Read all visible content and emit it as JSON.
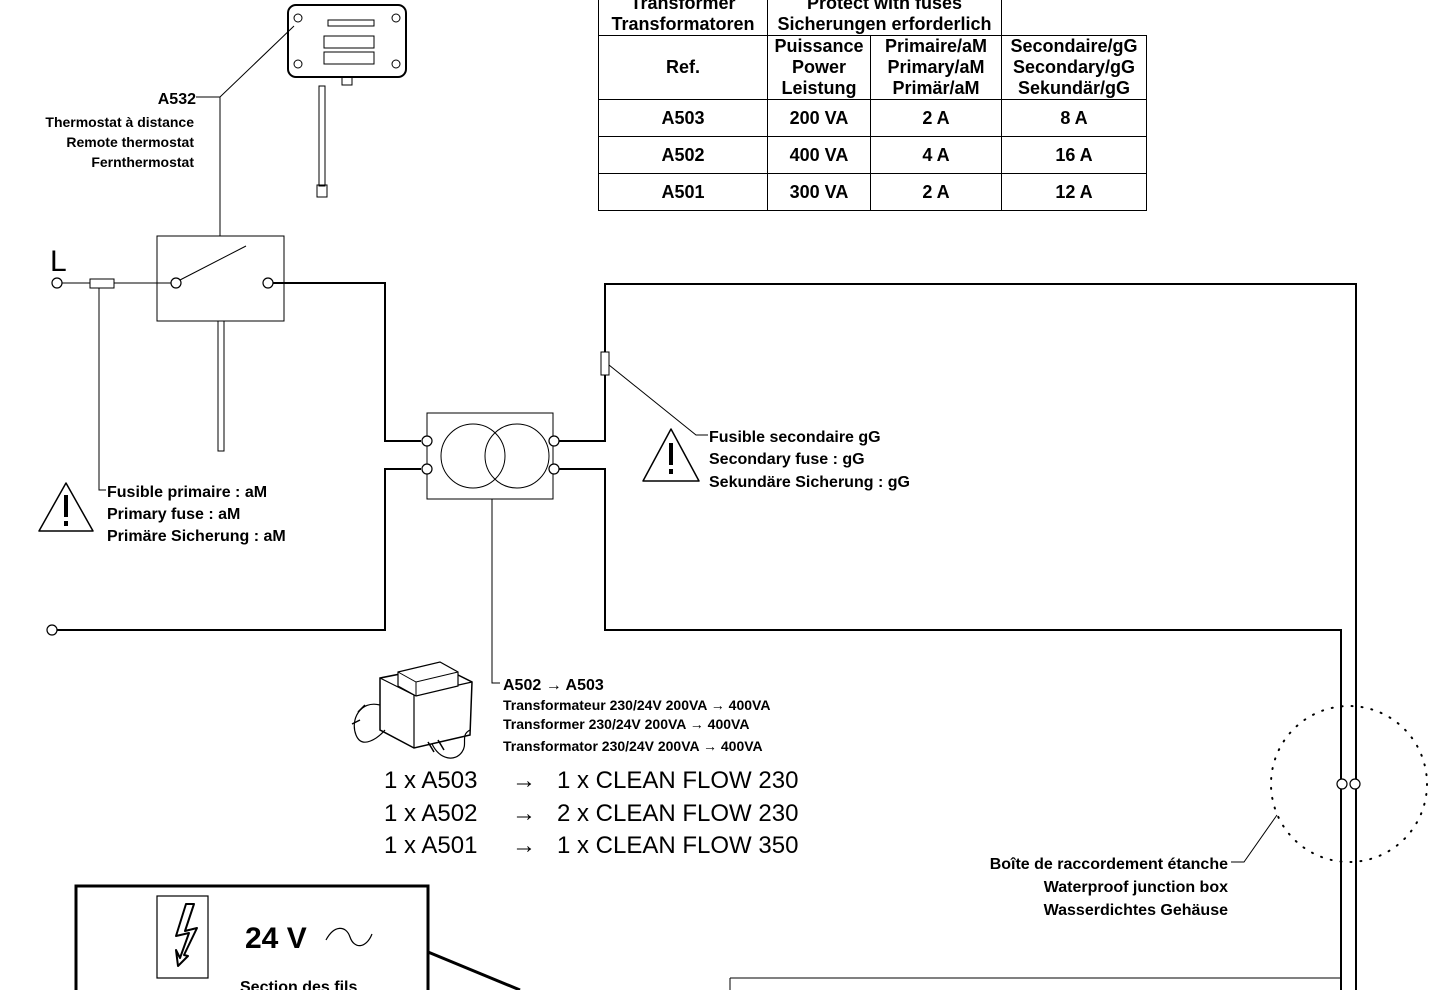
{
  "table": {
    "header_transformer": [
      "Transformer",
      "Transformatoren"
    ],
    "header_protect": [
      "Protect with fuses",
      "Sicherungen erforderlich"
    ],
    "col_ref": "Ref.",
    "col_power": [
      "Puissance",
      "Power",
      "Leistung"
    ],
    "col_primary": [
      "Primaire/aM",
      "Primary/aM",
      "Primär/aM"
    ],
    "col_secondary": [
      "Secondaire/gG",
      "Secondary/gG",
      "Sekundär/gG"
    ],
    "rows": [
      {
        "ref": "A503",
        "power": "200 VA",
        "primary": "2 A",
        "secondary": "8 A"
      },
      {
        "ref": "A502",
        "power": "400 VA",
        "primary": "4 A",
        "secondary": "16 A"
      },
      {
        "ref": "A501",
        "power": "300 VA",
        "primary": "2 A",
        "secondary": "12 A"
      }
    ]
  },
  "thermostat": {
    "ref": "A532",
    "labels": [
      "Thermostat à distance",
      "Remote thermostat",
      "Fernthermostat"
    ]
  },
  "line_label": "L",
  "primary_fuse": [
    "Fusible primaire : aM",
    "Primary fuse : aM",
    "Primäre Sicherung : aM"
  ],
  "secondary_fuse": [
    "Fusible secondaire gG",
    "Secondary fuse : gG",
    "Sekundäre Sicherung : gG"
  ],
  "transformer_note": {
    "title": "A502 → A503",
    "lines": [
      "Transformateur 230/24V 200VA → 400VA",
      "Transformer 230/24V 200VA → 400VA",
      "Transformator 230/24V 200VA → 400VA"
    ]
  },
  "mapping": [
    {
      "left": "1 x A503",
      "arrow": "→",
      "right": "1 x CLEAN FLOW 230"
    },
    {
      "left": "1 x A502",
      "arrow": "→",
      "right": "2 x CLEAN FLOW 230"
    },
    {
      "left": "1 x A501",
      "arrow": "→",
      "right": "1 x CLEAN FLOW 350"
    }
  ],
  "junction_box": [
    "Boîte de raccordement étanche",
    "Waterproof junction box",
    "Wasserdichtes Gehäuse"
  ],
  "voltage_box": {
    "voltage": "24 V",
    "section_label": "Section des fils"
  },
  "icons": [
    "warning-icon",
    "lightning-icon",
    "ac-wave-icon"
  ]
}
